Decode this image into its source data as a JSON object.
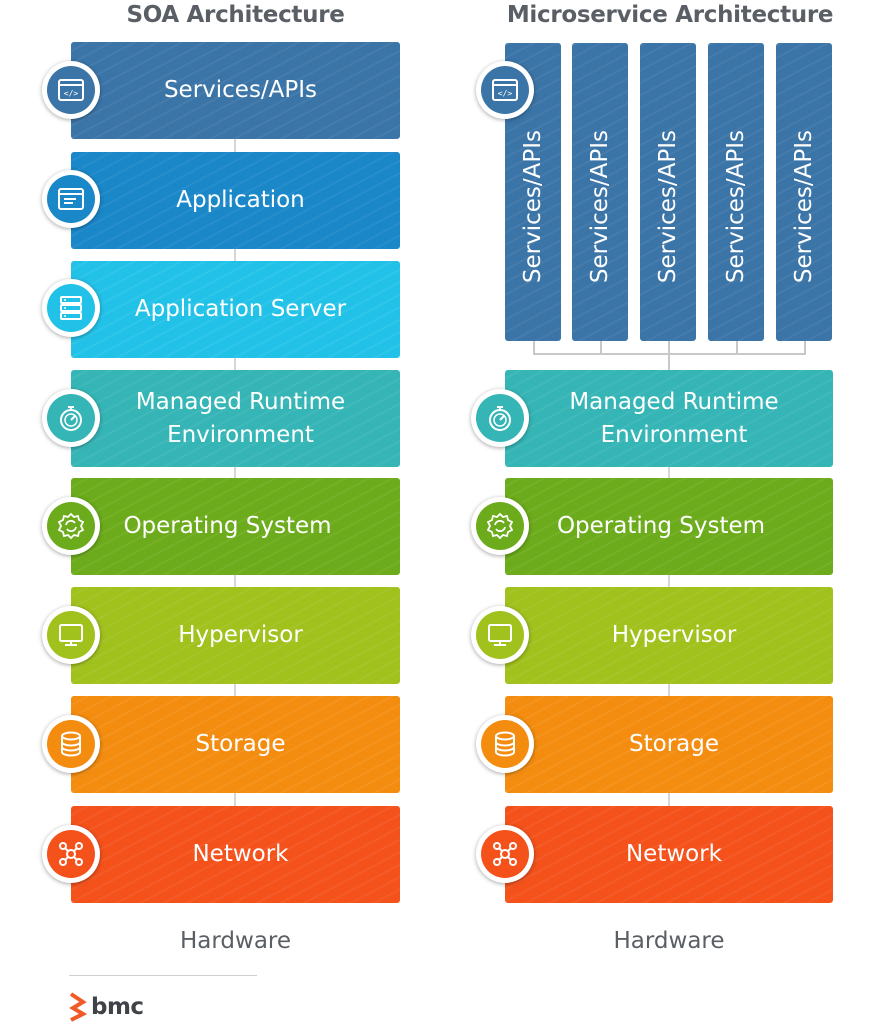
{
  "soa": {
    "title": "SOA Architecture",
    "layers": {
      "services": "Services/APIs",
      "application": "Application",
      "app_server": "Application Server",
      "runtime": "Managed Runtime Environment",
      "os": "Operating System",
      "hypervisor": "Hypervisor",
      "storage": "Storage",
      "network": "Network"
    },
    "hardware": "Hardware"
  },
  "microservice": {
    "title": "Microservice Architecture",
    "services": [
      "Services/APIs",
      "Services/APIs",
      "Services/APIs",
      "Services/APIs",
      "Services/APIs"
    ],
    "layers": {
      "runtime": "Managed Runtime Environment",
      "os": "Operating System",
      "hypervisor": "Hypervisor",
      "storage": "Storage",
      "network": "Network"
    },
    "hardware": "Hardware"
  },
  "logo": {
    "text": "bmc"
  },
  "colors": {
    "services": "#3b74a7",
    "application": "#1a87c8",
    "app_server": "#22c2e8",
    "runtime": "#35b5b6",
    "os": "#6cab1b",
    "hypervisor": "#a1c11d",
    "storage": "#f38c0f",
    "network": "#f4511b",
    "logo_accent": "#f05a28"
  },
  "icons": {
    "services": "code-window-icon",
    "application": "app-window-icon",
    "app_server": "server-rack-icon",
    "runtime": "stopwatch-icon",
    "os": "gear-sync-icon",
    "hypervisor": "monitor-icon",
    "storage": "database-icon",
    "network": "network-nodes-icon"
  }
}
